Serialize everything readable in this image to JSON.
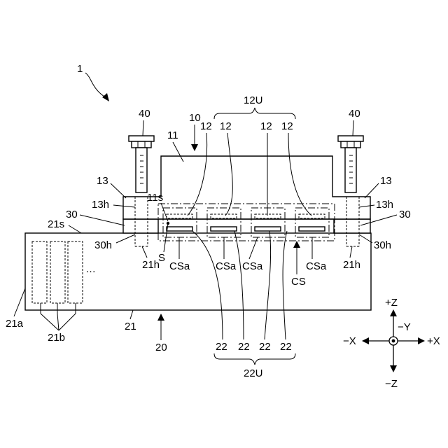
{
  "labels": {
    "device": "1",
    "upper_body": "10",
    "upper_base": "11",
    "upper_surface": "11s",
    "upper_unit": "12U",
    "upper_elements": [
      "12",
      "12",
      "12",
      "12"
    ],
    "flange_left": "13",
    "flange_right": "13",
    "hole_13h_left": "13h",
    "hole_13h_right": "13h",
    "spacer_left": "30",
    "spacer_right": "30",
    "hole_30h_left": "30h",
    "hole_30h_right": "30h",
    "bolt_left": "40",
    "bolt_right": "40",
    "lower_body": "20",
    "lower_base": "21",
    "lower_surface": "21s",
    "hole_21h_left": "21h",
    "hole_21h_right": "21h",
    "side_21a": "21a",
    "cells_21b": "21b",
    "ellipsis": "…",
    "lower_unit": "22U",
    "lower_elements": [
      "22",
      "22",
      "22",
      "22"
    ],
    "space_s": "S",
    "csa_labels": [
      "CSa",
      "CSa",
      "CSa",
      "CSa"
    ],
    "cs": "CS"
  },
  "axes": {
    "plus_z": "+Z",
    "minus_z": "−Z",
    "plus_x": "+X",
    "minus_x": "−X",
    "minus_y": "−Y"
  }
}
